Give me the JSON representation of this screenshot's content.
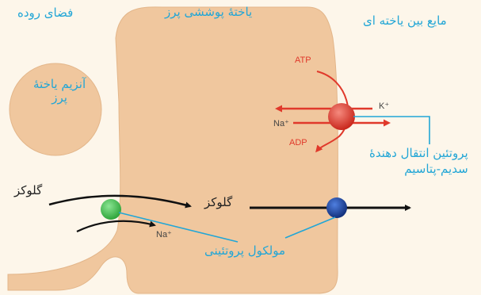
{
  "regions": {
    "intestinal_space": "فضای روده",
    "brush_border_cell": "یاختهٔ پوششی پرز",
    "interstitial_fluid": "مایع بین یاخته ای"
  },
  "labels": {
    "villus_enzyme_line1": "آنزیم یاختهٔ",
    "villus_enzyme_line2": "پرز",
    "pump_line1": "پروتئین انتقال دهندهٔ",
    "pump_line2": "سدیم-پتاسیم",
    "glucose_outside": "گلوکز",
    "glucose_inside": "گلوکز",
    "protein_molecule": "مولکول پروتئینی"
  },
  "chemicals": {
    "atp": "ATP",
    "adp": "ADP",
    "k": "K⁺",
    "na_pump": "Na⁺",
    "na_cotransport": "Na⁺"
  },
  "colors": {
    "background": "#fdf6ea",
    "cell": "#f0c79e",
    "label": "#22a6d6",
    "pump": "#e0392b",
    "cotransporter": "#49c45a",
    "uniporter": "#1c47a8"
  }
}
